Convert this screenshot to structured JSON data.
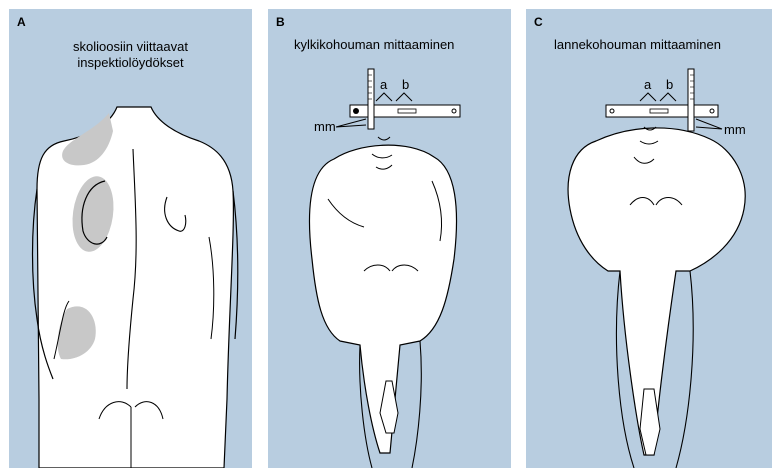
{
  "panels": [
    {
      "letter": "A",
      "title_line1": "skolioosiin viittaavat",
      "title_line2": "inspektiolöydökset"
    },
    {
      "letter": "B",
      "title": "kylkikohouman mittaaminen",
      "label_a": "a",
      "label_b": "b",
      "label_mm": "mm"
    },
    {
      "letter": "C",
      "title": "lannekohouman mittaaminen",
      "label_a": "a",
      "label_b": "b",
      "label_mm": "mm"
    }
  ],
  "colors": {
    "panel_bg": "#b8cde0",
    "body": "#ffffff",
    "highlight": "#c8c8c8",
    "stroke": "#000000"
  }
}
